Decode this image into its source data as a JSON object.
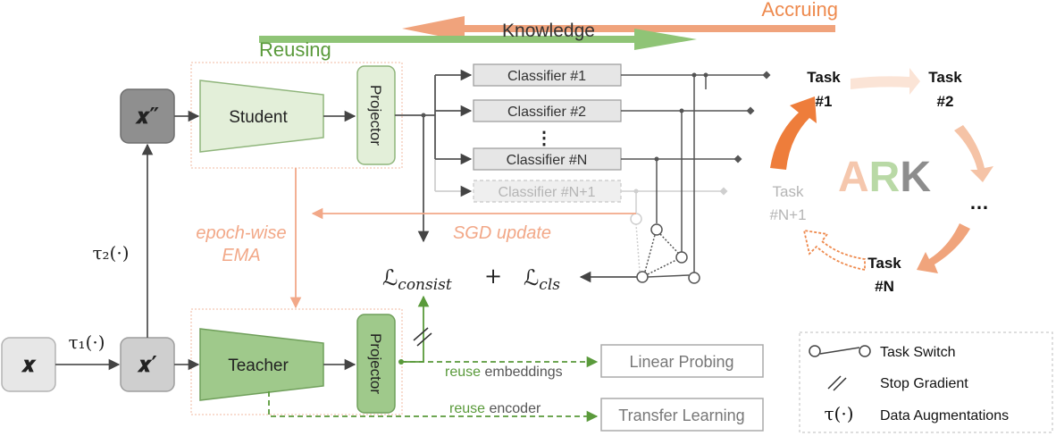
{
  "banner": {
    "accruing": "Accruing",
    "knowledge": "Knowledge",
    "reusing": "Reusing"
  },
  "nodes": {
    "x": "𝒙",
    "x_prime": "𝒙′",
    "x_double_prime": "𝒙″",
    "student": "Student",
    "teacher": "Teacher",
    "projector": "Projector",
    "aug1": "τ₁(·)",
    "aug2": "τ₂(·)"
  },
  "classifiers": {
    "c1": "Classifier #1",
    "c2": "Classifier #2",
    "dots": "⋮",
    "cN": "Classifier #N",
    "cN1": "Classifier #N+1"
  },
  "annotations": {
    "sgd": "SGD update",
    "ema_1": "epoch-wise",
    "ema_2": "EMA"
  },
  "loss": {
    "consist_base": "ℒ",
    "consist_sub": "consist",
    "plus": "+",
    "cls_base": "ℒ",
    "cls_sub": "cls"
  },
  "reuse": {
    "emb_word": "reuse",
    "emb_rest": "embeddings",
    "enc_word": "reuse",
    "enc_rest": "encoder",
    "linear_probing": "Linear Probing",
    "transfer_learning": "Transfer Learning"
  },
  "cycle": {
    "task1_a": "Task",
    "task1_b": "#1",
    "task2_a": "Task",
    "task2_b": "#2",
    "ellipsis": "…",
    "taskN_a": "Task",
    "taskN_b": "#N",
    "taskN1_a": "Task",
    "taskN1_b": "#N+1",
    "ark_a": "A",
    "ark_r": "R",
    "ark_k": "K"
  },
  "legend": {
    "task_switch": "Task Switch",
    "stop_gradient_symbol": "//",
    "stop_gradient": "Stop Gradient",
    "augmentation_symbol": "τ(·)",
    "augmentations": "Data Augmentations"
  },
  "colors": {
    "accruing": "#f0a37c",
    "reusing": "#8fc476",
    "green_dark": "#5a9a3b",
    "student_fill": "#e3efd9",
    "teacher_fill": "#9fc98b",
    "salmon": "#f2a888",
    "orange": "#ee7d3b"
  }
}
